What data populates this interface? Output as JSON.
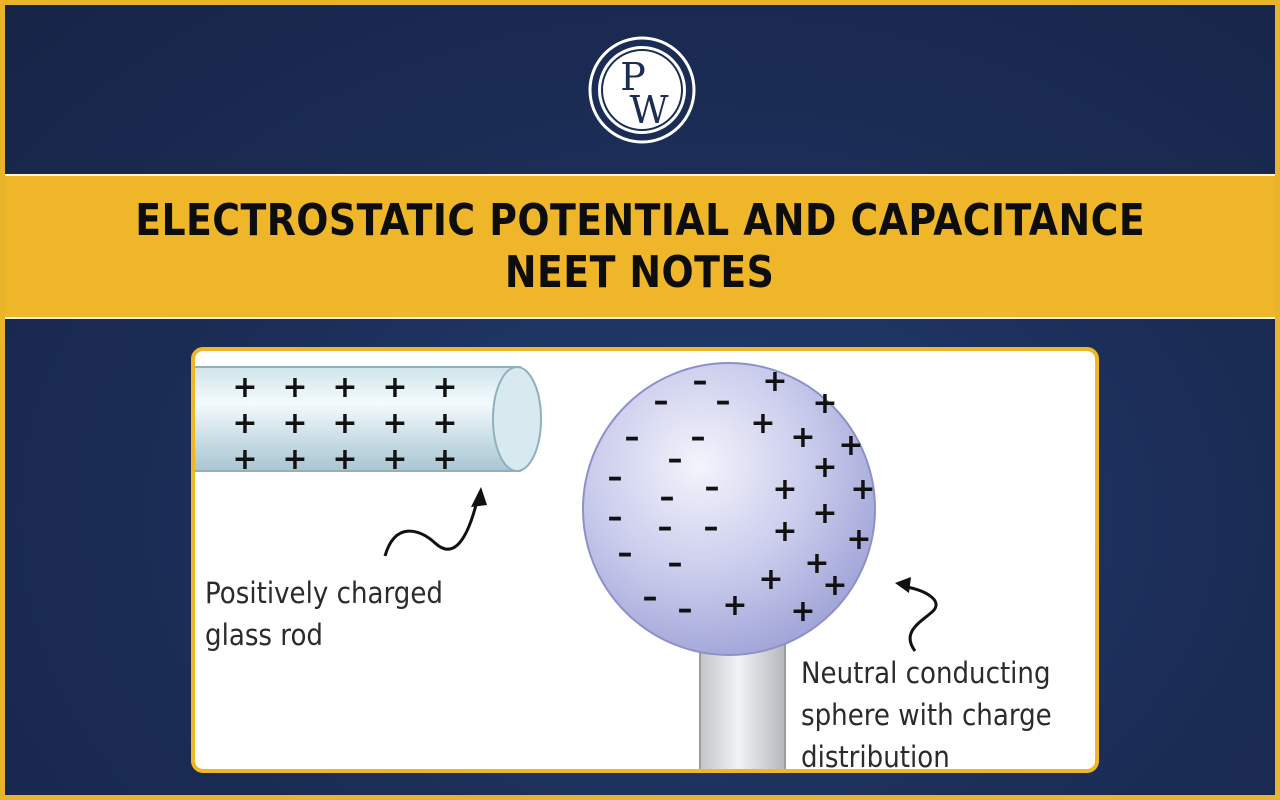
{
  "brand": {
    "logo_text": "PW"
  },
  "title": {
    "line1": "ELECTROSTATIC POTENTIAL AND CAPACITANCE",
    "line2": "NEET NOTES"
  },
  "diagram": {
    "rod_label_line1": "Positively charged",
    "rod_label_line2": "glass rod",
    "sphere_label_line1": "Neutral conducting",
    "sphere_label_line2": "sphere with charge",
    "sphere_label_line3": "distribution",
    "plus_symbol": "+",
    "minus_symbol": "–"
  },
  "colors": {
    "navy": "#1b2c55",
    "gold": "#f0b62a",
    "sphere": "#b9bde6"
  }
}
